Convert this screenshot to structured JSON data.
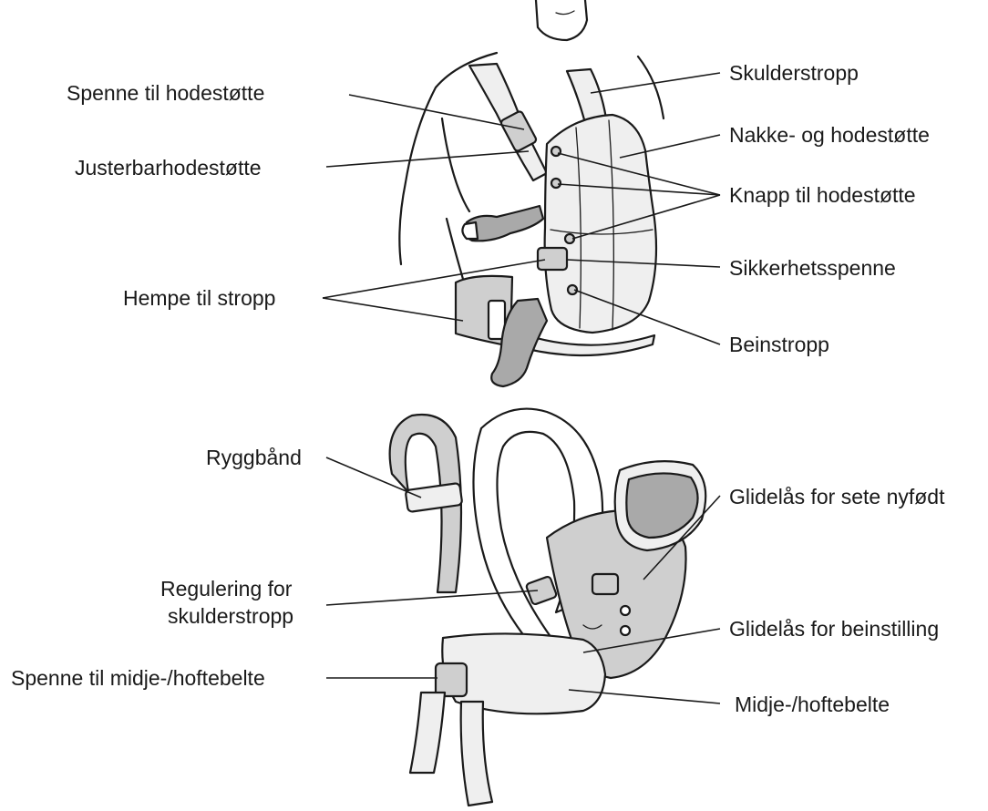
{
  "labels": {
    "spenne_hodestotte": "Spenne til hodestøtte",
    "justerbar_hodestotte": "Justerbarhodestøtte",
    "hempe_stropp": "Hempe til stropp",
    "skulderstropp": "Skulderstropp",
    "nakke_hodestotte": "Nakke- og hodestøtte",
    "knapp_hodestotte": "Knapp til hodestøtte",
    "sikkerhetsspenne": "Sikkerhetsspenne",
    "beinstropp": "Beinstropp",
    "ryggband": "Ryggbånd",
    "regulering_line1": "Regulering for",
    "regulering_line2": "skulderstropp",
    "spenne_midje": "Spenne til midje-/hoftebelte",
    "glidelas_sete": "Glidelås for sete nyfødt",
    "glidelas_bein": "Glidelås for beinstilling",
    "midje_hoftebelte": "Midje-/hoftebelte"
  }
}
